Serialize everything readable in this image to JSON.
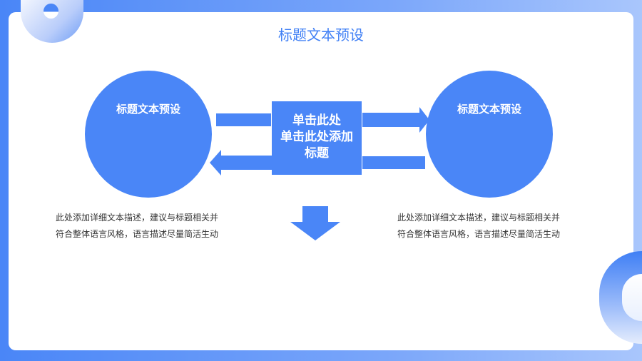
{
  "title": "标题文本预设",
  "left_circle": {
    "label": "标题文本预设"
  },
  "right_circle": {
    "label": "标题文本预设"
  },
  "center_box": {
    "line1": "单击此处",
    "line2": "单击此处添加",
    "line3": "标题"
  },
  "left_desc": {
    "line1": "此处添加详细文本描述，建议与标题相关并",
    "line2": "符合整体语言风格，语言描述尽量简活生动"
  },
  "right_desc": {
    "line1": "此处添加详细文本描述，建议与标题相关并",
    "line2": "符合整体语言风格，语言描述尽量简活生动"
  },
  "colors": {
    "accent": "#4a86f7"
  }
}
